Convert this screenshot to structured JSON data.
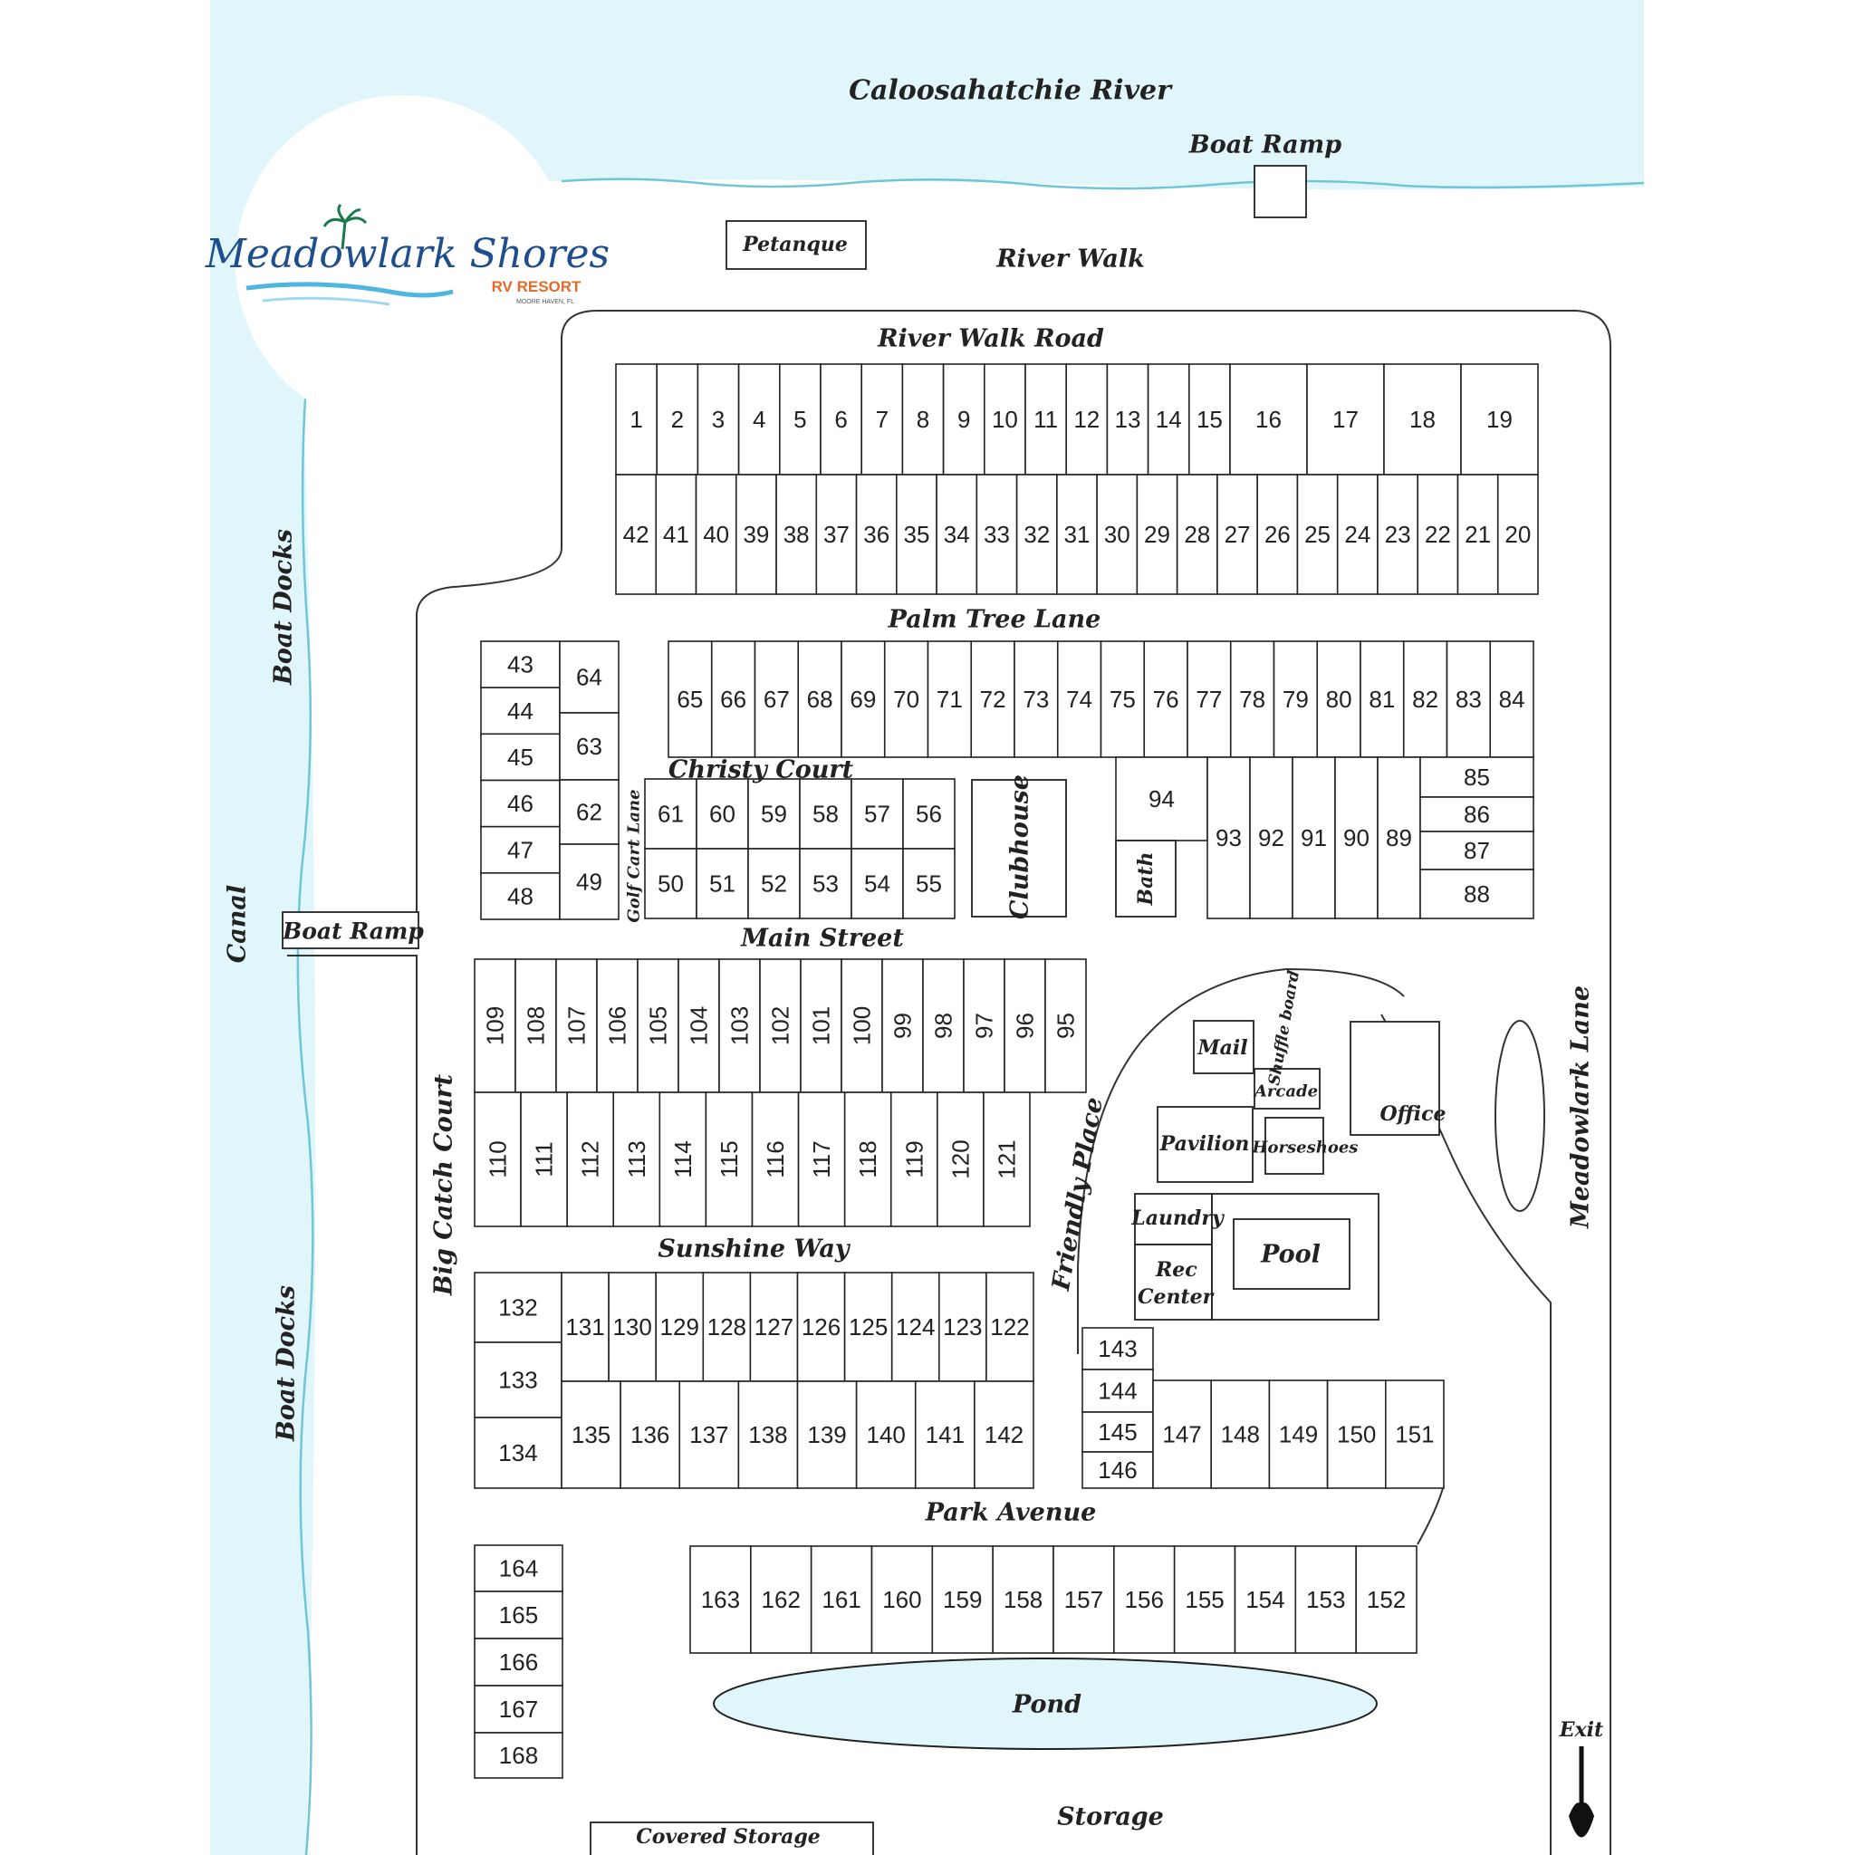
{
  "water": {
    "river_name": "Caloosahatchie River",
    "canal_name": "Canal",
    "color": "#e1f6fb",
    "shore_color": "#6ec6d6"
  },
  "logo": {
    "script": "Meadowlark Shores",
    "subtitle": "RV RESORT",
    "tagline": "MOORE HAVEN, FL"
  },
  "labels": {
    "boat_ramp_top": "Boat Ramp",
    "boat_ramp_left": "Boat Ramp",
    "petanque": "Petanque",
    "river_walk": "River Walk",
    "river_walk_road": "River Walk Road",
    "boat_docks_top": "Boat Docks",
    "boat_docks_bottom": "Boat Docks",
    "palm_tree_lane": "Palm Tree Lane",
    "christy_court": "Christy Court",
    "golf_cart_lane": "Golf Cart Lane",
    "clubhouse": "Clubhouse",
    "bath": "Bath",
    "main_street": "Main Street",
    "big_catch_court": "Big Catch Court",
    "friendly_place": "Friendly Place",
    "meadowlark_lane": "Meadowlark Lane",
    "mail": "Mail",
    "shuffleboard": "Shuffle board",
    "arcade": "Arcade",
    "office": "Office",
    "pavilion": "Pavilion",
    "horseshoes": "Horseshoes",
    "laundry": "Laundry",
    "pool": "Pool",
    "rec_center": "Rec Center",
    "sunshine_way": "Sunshine Way",
    "park_avenue": "Park Avenue",
    "pond": "Pond",
    "storage": "Storage",
    "covered_storage": "Covered Storage",
    "exit": "Exit"
  },
  "lots": {
    "row_1_19": [
      "1",
      "2",
      "3",
      "4",
      "5",
      "6",
      "7",
      "8",
      "9",
      "10",
      "11",
      "12",
      "13",
      "14",
      "15",
      "16",
      "17",
      "18",
      "19"
    ],
    "row_42_20": [
      "42",
      "41",
      "40",
      "39",
      "38",
      "37",
      "36",
      "35",
      "34",
      "33",
      "32",
      "31",
      "30",
      "29",
      "28",
      "27",
      "26",
      "25",
      "24",
      "23",
      "22",
      "21",
      "20"
    ],
    "col_43_48": [
      "43",
      "44",
      "45",
      "46",
      "47",
      "48"
    ],
    "col_64_49": [
      "64",
      "63",
      "62",
      "49"
    ],
    "row_65_84": [
      "65",
      "66",
      "67",
      "68",
      "69",
      "70",
      "71",
      "72",
      "73",
      "74",
      "75",
      "76",
      "77",
      "78",
      "79",
      "80",
      "81",
      "82",
      "83",
      "84"
    ],
    "row_61_56": [
      "61",
      "60",
      "59",
      "58",
      "57",
      "56"
    ],
    "row_50_55": [
      "50",
      "51",
      "52",
      "53",
      "54",
      "55"
    ],
    "lot_94": "94",
    "row_93_89": [
      "93",
      "92",
      "91",
      "90",
      "89"
    ],
    "col_85_88": [
      "85",
      "86",
      "87",
      "88"
    ],
    "row_109_95": [
      "109",
      "108",
      "107",
      "106",
      "105",
      "104",
      "103",
      "102",
      "101",
      "100",
      "99",
      "98",
      "97",
      "96",
      "95"
    ],
    "row_110_121": [
      "110",
      "111",
      "112",
      "113",
      "114",
      "115",
      "116",
      "117",
      "118",
      "119",
      "120",
      "121"
    ],
    "col_132_134": [
      "132",
      "133",
      "134"
    ],
    "row_131_122": [
      "131",
      "130",
      "129",
      "128",
      "127",
      "126",
      "125",
      "124",
      "123",
      "122"
    ],
    "row_135_142": [
      "135",
      "136",
      "137",
      "138",
      "139",
      "140",
      "141",
      "142"
    ],
    "col_143_146": [
      "143",
      "144",
      "145",
      "146"
    ],
    "row_147_151": [
      "147",
      "148",
      "149",
      "150",
      "151"
    ],
    "col_164_168": [
      "164",
      "165",
      "166",
      "167",
      "168"
    ],
    "row_163_152": [
      "163",
      "162",
      "161",
      "160",
      "159",
      "158",
      "157",
      "156",
      "155",
      "154",
      "153",
      "152"
    ]
  }
}
